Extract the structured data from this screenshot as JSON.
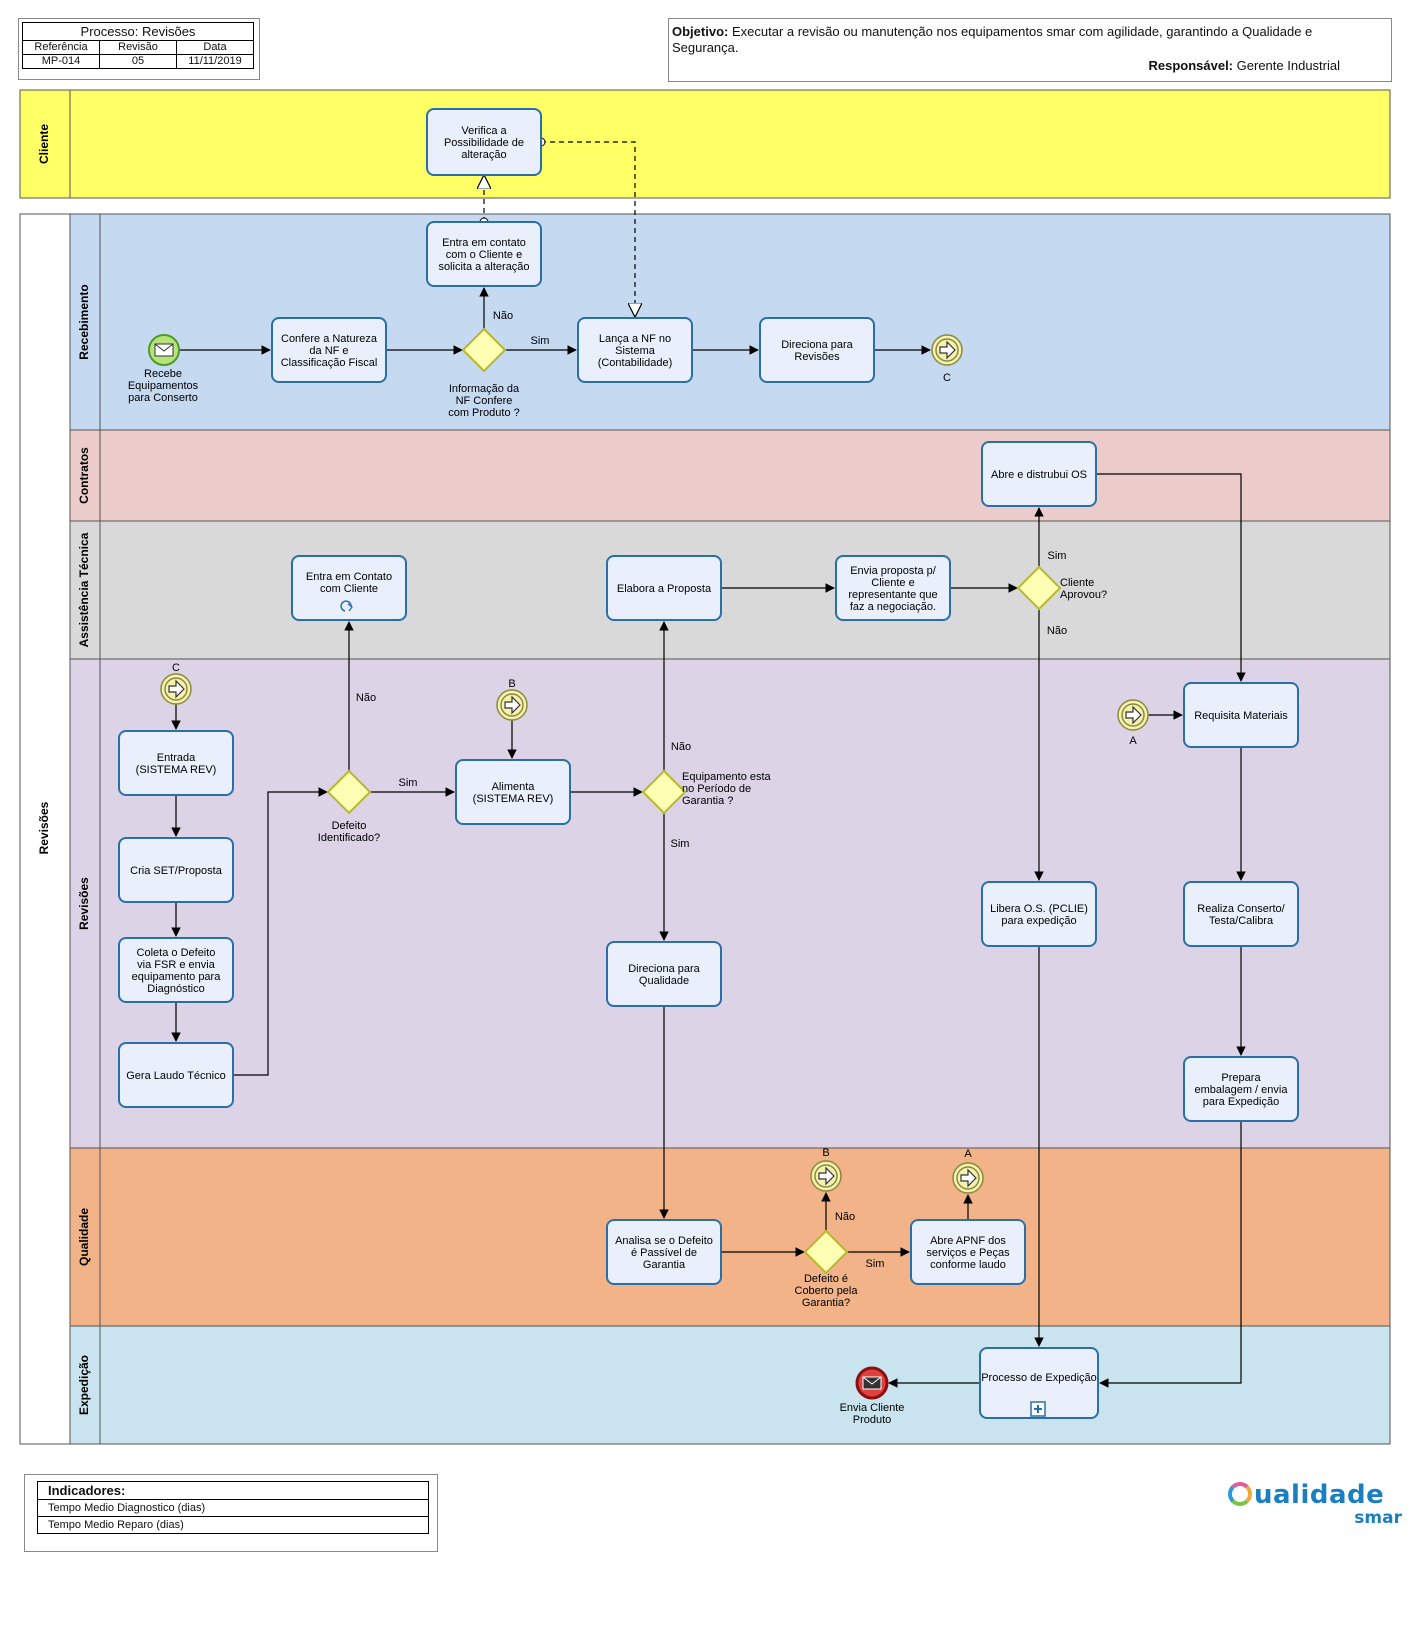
{
  "header": {
    "process_title": "Processo: Revisões",
    "columns": [
      "Referência",
      "Revisão",
      "Data"
    ],
    "values": [
      "MP-014",
      "05",
      "11/11/2019"
    ],
    "objective_label": "Objetivo:",
    "objective_text": "Executar a revisão ou manutenção nos equipamentos smar com agilidade, garantindo a Qualidade e Segurança.",
    "responsible_label": "Responsável:",
    "responsible_value": "Gerente Industrial"
  },
  "pools": {
    "cliente": "Cliente",
    "revisoes": "Revisões"
  },
  "lanes": {
    "recebimento": "Recebimento",
    "contratos": "Contratos",
    "assistencia": "Assistência Técnica",
    "revisoes": "Revisões",
    "qualidade": "Qualidade",
    "expedicao": "Expedição"
  },
  "tasks": {
    "verifica": [
      "Verifica  a",
      "Possibilidade de",
      "alteração"
    ],
    "entra_contato_cliente": [
      "Entra em contato",
      "com o Cliente e",
      "solicita a alteração"
    ],
    "confere_natureza": [
      "Confere a Natureza",
      "da NF e",
      "Classificação Fiscal"
    ],
    "lanca_nf": [
      "Lança a NF no",
      "Sistema",
      "(Contabilidade)"
    ],
    "direciona_revisoes": [
      "Direciona para",
      "Revisões"
    ],
    "abre_distribui": [
      "Abre e distrubui OS"
    ],
    "entra_contato": [
      "Entra em Contato",
      "com Cliente"
    ],
    "elabora_proposta": [
      "Elabora a Proposta"
    ],
    "envia_proposta": [
      "Envia proposta p/",
      "Cliente e",
      "representante que",
      "faz a negociação."
    ],
    "entrada": [
      "Entrada",
      "(SISTEMA REV)"
    ],
    "cria_set": [
      "Cria SET/Proposta"
    ],
    "coleta_defeito": [
      "Coleta o Defeito",
      "via FSR e envia",
      "equipamento para",
      "Diagnóstico"
    ],
    "gera_laudo": [
      "Gera Laudo Técnico"
    ],
    "alimenta": [
      "Alimenta",
      "(SISTEMA REV)"
    ],
    "direciona_qualidade": [
      "Direciona para",
      "Qualidade"
    ],
    "libera_os": [
      "Libera O.S. (PCLIE)",
      "para expedição"
    ],
    "requisita": [
      "Requisita Materiais"
    ],
    "realiza_conserto": [
      "Realiza Conserto/",
      "Testa/Calibra"
    ],
    "prepara_embalagem": [
      "Prepara",
      "embalagem / envia",
      "para Expedição"
    ],
    "analisa_defeito": [
      "Analisa se o Defeito",
      "é Passível de",
      "Garantia"
    ],
    "abre_apnf": [
      "Abre APNF dos",
      "serviços e Peças",
      "conforme laudo"
    ],
    "processo_expedicao": [
      "Processo de Expedição"
    ]
  },
  "gateways": {
    "info_nf": [
      "Informação da",
      "NF Confere",
      "com Produto ?"
    ],
    "cliente_aprovou": [
      "Cliente",
      "Aprovou?"
    ],
    "defeito_identificado": [
      "Defeito",
      "Identificado?"
    ],
    "periodo_garantia": [
      "Equipamento esta",
      "no Período de",
      "Garantia ?"
    ],
    "coberto_garantia": [
      "Defeito é",
      "Coberto pela",
      "Garantia?"
    ]
  },
  "events": {
    "start": [
      "Recebe",
      "Equipamentos",
      "para Conserto"
    ],
    "end": [
      "Envia Cliente",
      "Produto"
    ],
    "link_c": "C",
    "link_b": "B",
    "link_a": "A"
  },
  "flow_labels": {
    "sim": "Sim",
    "nao": "Não"
  },
  "indicators": {
    "title": "Indicadores:",
    "items": [
      "Tempo Medio Diagnostico (dias)",
      "Tempo Medio Reparo (dias)"
    ]
  },
  "logo": {
    "word": "ualidade",
    "sub": "smar"
  },
  "colors": {
    "cliente_lane": "#ffff66",
    "recebimento_lane": "#c5d9f1",
    "contratos_lane": "#ebcccb",
    "assistencia_lane": "#d9d9d9",
    "revisoes_lane": "#dcd3e7",
    "qualidade_lane": "#f1b387",
    "expedicao_lane": "#c9e4ee",
    "task_fill": "#eaf0fb",
    "task_stroke": "#2a6fa8",
    "gateway_fill": "#ffffb3",
    "gateway_stroke": "#b8b830"
  }
}
